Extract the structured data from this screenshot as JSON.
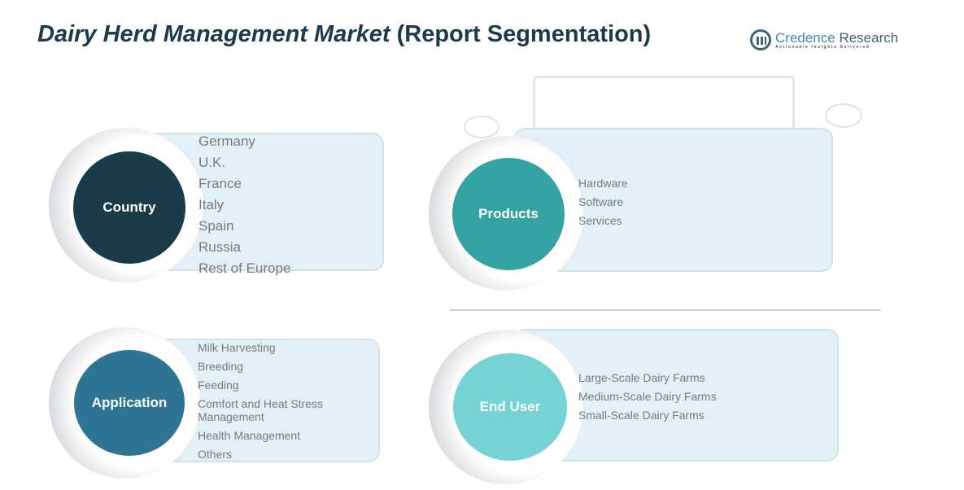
{
  "title": {
    "main": "Dairy Herd Management Market",
    "sub": "(Report Segmentation)"
  },
  "logo": {
    "name_a": "Credence",
    "name_b": " Research",
    "tagline": "Actionable Insights Delivered"
  },
  "segments": {
    "country": {
      "label": "Country",
      "color": "#1b3b4b",
      "items": [
        "Germany",
        "U.K.",
        "France",
        "Italy",
        "Spain",
        "Russia",
        "Rest of Europe"
      ]
    },
    "products": {
      "label": "Products",
      "color": "#35a3a3",
      "items": [
        "Hardware",
        "Software",
        "Services"
      ]
    },
    "application": {
      "label": "Application",
      "color": "#2e7593",
      "items": [
        "Milk Harvesting",
        "Breeding",
        "Feeding",
        "Comfort and Heat Stress Management",
        "Health Management",
        "Others"
      ]
    },
    "end_user": {
      "label": "End User",
      "color": "#76d3d3",
      "items": [
        "Large-Scale Dairy Farms",
        "Medium-Scale Dairy Farms",
        "Small-Scale Dairy Farms"
      ]
    }
  }
}
